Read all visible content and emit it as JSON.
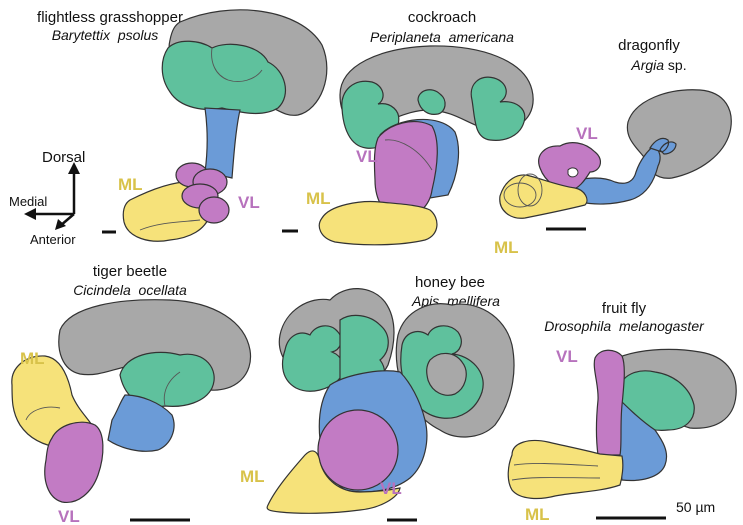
{
  "colors": {
    "calyx": "#a8a8a8",
    "lip": "#5fc19d",
    "peduncle": "#6b9bd7",
    "vertical_lobe": "#c27bc4",
    "medial_lobe": "#f6e27a",
    "ml_label": "#d8c24a",
    "vl_label": "#b772bd",
    "outline": "#333333"
  },
  "orientation": {
    "dorsal": "Dorsal",
    "medial": "Medial",
    "anterior": "Anterior"
  },
  "specimens": [
    {
      "common": "flightless grasshopper",
      "scientific": "Barytettix  psolus",
      "ml": "ML",
      "vl": "VL"
    },
    {
      "common": "cockroach",
      "scientific": "Periplaneta  americana",
      "ml": "ML",
      "vl": "VL"
    },
    {
      "common": "dragonfly",
      "scientific": "Argia",
      "scientific_suffix": " sp.",
      "ml": "ML",
      "vl": "VL"
    },
    {
      "common": "tiger beetle",
      "scientific": "Cicindela  ocellata",
      "ml": "ML",
      "vl": "VL"
    },
    {
      "common": "honey bee",
      "scientific": "Apis  mellifera",
      "ml": "ML",
      "vl": "VL"
    },
    {
      "common": "fruit fly",
      "scientific": "Drosophila  melanogaster",
      "ml": "ML",
      "vl": "VL"
    }
  ],
  "scale": {
    "label": "50 µm"
  }
}
